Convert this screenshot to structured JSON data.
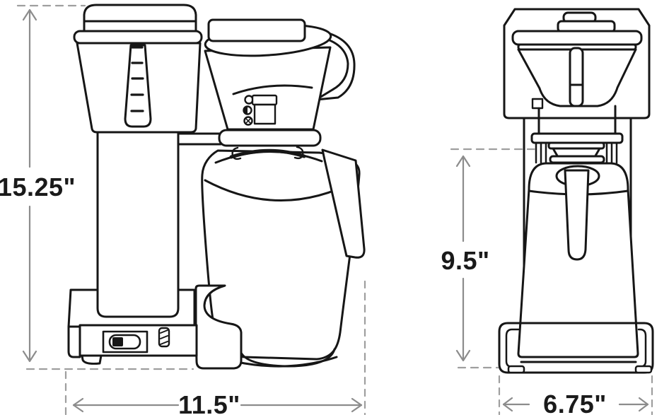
{
  "figure": {
    "kind": "product dimension line drawing",
    "subject": "drip coffee maker with thermal carafe, front and side views",
    "colors": {
      "background": "#ffffff",
      "outline": "#161616",
      "dimension_lines": "#8c8c8c",
      "label_text": "#1a1a1a"
    }
  },
  "dimensions": {
    "front_height": {
      "label": "15.25\"",
      "value": 15.25,
      "unit": "inches",
      "orientation": "vertical",
      "view": "front"
    },
    "front_width": {
      "label": "11.5\"",
      "value": 11.5,
      "unit": "inches",
      "orientation": "horizontal",
      "view": "front"
    },
    "side_height": {
      "label": "9.5\"",
      "value": 9.5,
      "unit": "inches",
      "orientation": "vertical",
      "view": "side"
    },
    "side_width": {
      "label": "6.75\"",
      "value": 6.75,
      "unit": "inches",
      "orientation": "horizontal",
      "view": "side"
    }
  }
}
